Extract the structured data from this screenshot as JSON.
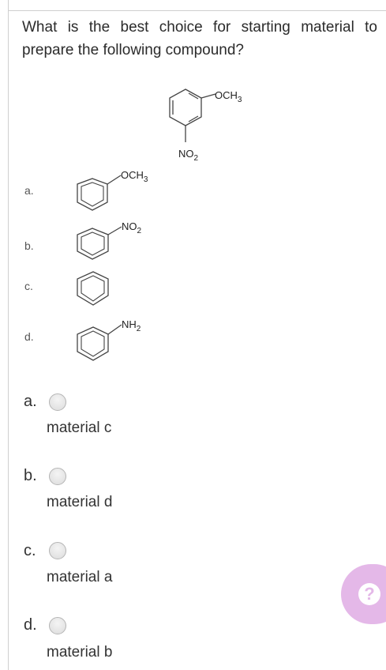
{
  "question": {
    "text": "What is the best choice for starting material to prepare the following compound?"
  },
  "target_compound": {
    "substituent_top": "OCH3",
    "substituent_bottom": "NO2"
  },
  "materials": [
    {
      "label": "a.",
      "substituent": "OCH3"
    },
    {
      "label": "b.",
      "substituent": "NO2"
    },
    {
      "label": "c.",
      "substituent": ""
    },
    {
      "label": "d.",
      "substituent": "NH2"
    }
  ],
  "choices": [
    {
      "letter": "a.",
      "text": "material c"
    },
    {
      "letter": "b.",
      "text": "material d"
    },
    {
      "letter": "c.",
      "text": "material a"
    },
    {
      "letter": "d.",
      "text": "material b"
    }
  ],
  "help_button": {
    "icon": "question-mark-icon",
    "color": "#e4b8e8"
  }
}
